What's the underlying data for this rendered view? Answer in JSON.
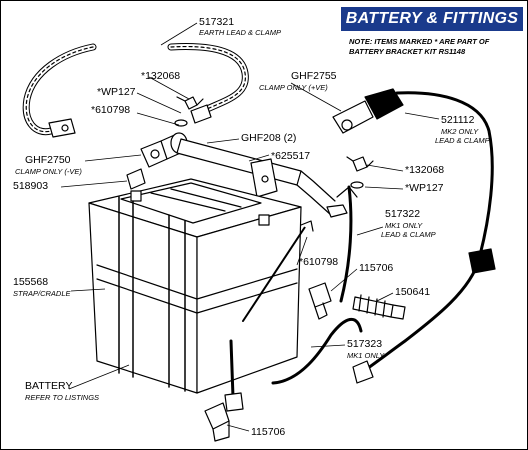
{
  "title": "BATTERY & FITTINGS",
  "note": {
    "line1": "NOTE: ITEMS MARKED * ARE PART OF",
    "line2": "BATTERY BRACKET KIT RS1148"
  },
  "parts": {
    "p517321": {
      "number": "517321",
      "desc": "EARTH LEAD & CLAMP"
    },
    "p132068_top": {
      "number": "*132068"
    },
    "pWP127_top": {
      "number": "*WP127"
    },
    "p610798_top": {
      "number": "*610798"
    },
    "pGHF2755": {
      "number": "GHF2755",
      "desc": "CLAMP ONLY (+VE)"
    },
    "p521112": {
      "number": "521112",
      "desc1": "MK2 ONLY",
      "desc2": "LEAD & CLAMP"
    },
    "pGHF208": {
      "number": "GHF208 (2)"
    },
    "pGHF2750": {
      "number": "GHF2750",
      "desc": "CLAMP ONLY (-VE)"
    },
    "p625517": {
      "number": "*625517"
    },
    "p132068_right": {
      "number": "*132068"
    },
    "pWP127_right": {
      "number": "*WP127"
    },
    "p518903": {
      "number": "518903"
    },
    "p517322": {
      "number": "517322",
      "desc1": "MK1 ONLY",
      "desc2": "LEAD & CLAMP"
    },
    "p610798_mid": {
      "number": "*610798"
    },
    "p115706_mid": {
      "number": "115706"
    },
    "p155568": {
      "number": "155568",
      "desc": "STRAP/CRADLE"
    },
    "p150641": {
      "number": "150641"
    },
    "p517323": {
      "number": "517323",
      "desc": "MK1 ONLY"
    },
    "battery": {
      "number": "BATTERY",
      "desc": "REFER TO LISTINGS"
    },
    "p115706_bottom": {
      "number": "115706"
    }
  }
}
